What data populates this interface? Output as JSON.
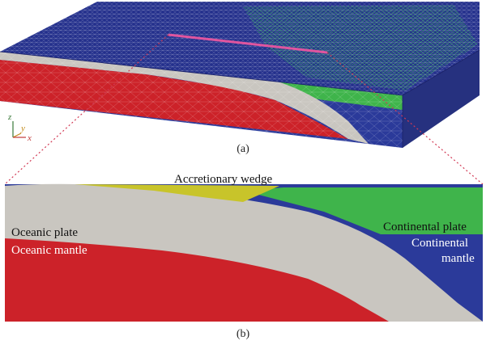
{
  "panel_a": {
    "caption": "(a)",
    "axes": {
      "z": "z",
      "y": "y",
      "x": "x"
    }
  },
  "panel_b": {
    "caption": "(b)",
    "labels": {
      "wedge": "Accretionary wedge",
      "oceanic_plate": "Oceanic plate",
      "oceanic_mantle": "Oceanic mantle",
      "continental_plate": "Continental plate",
      "continental_mantle_line1": "Continental",
      "continental_mantle_line2": "mantle"
    }
  },
  "colors": {
    "oceanic_mantle": "#cc2229",
    "oceanic_plate": "#c9c6c0",
    "continental_plate": "#3fb44b",
    "continental_mantle": "#2b3a9a",
    "wedge": "#c8c42a",
    "top_surface": "#232f8c",
    "profile_line": "#e0559f",
    "axis_z": "#3a7a3a",
    "axis_y": "#c28a1a",
    "axis_x": "#c23a3a"
  }
}
